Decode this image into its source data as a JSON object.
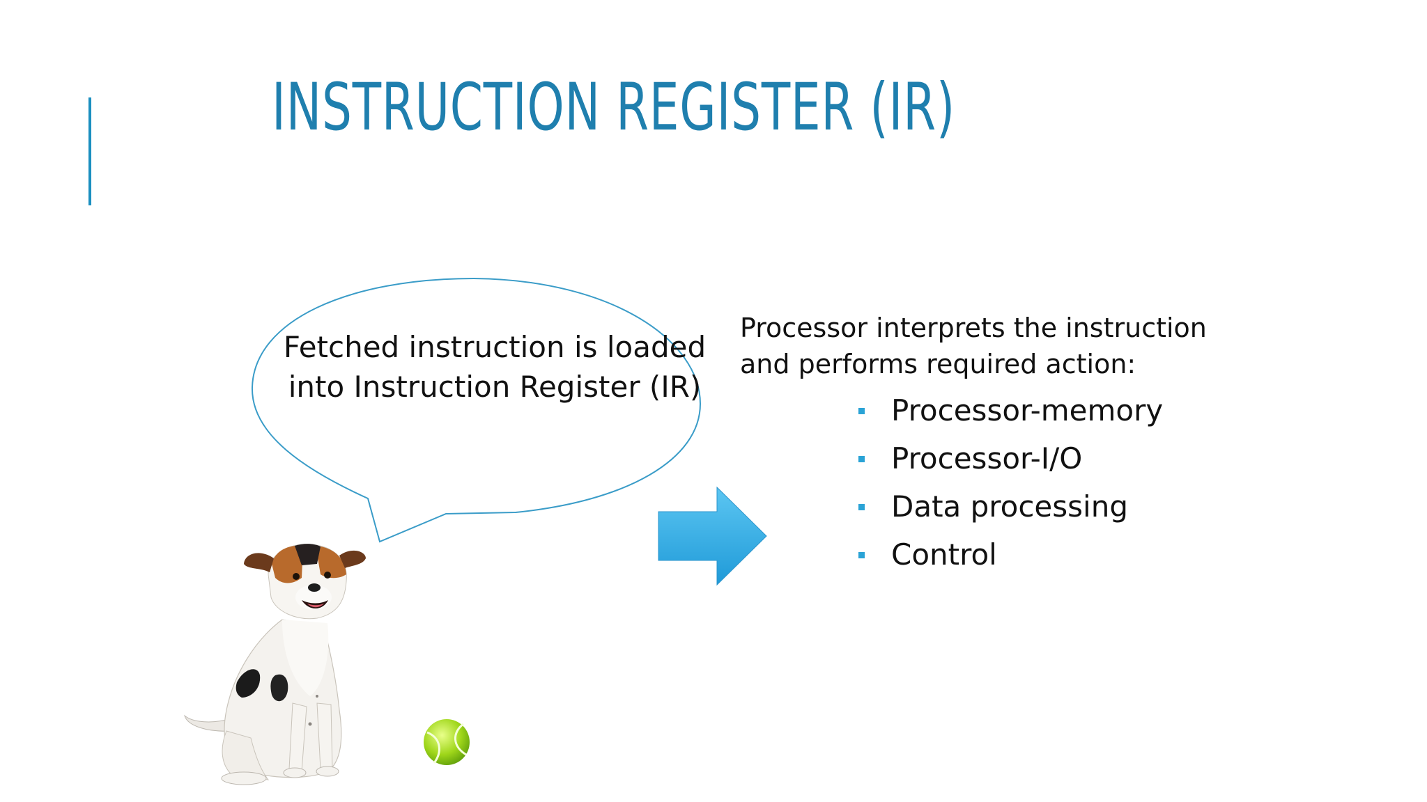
{
  "slide": {
    "title": "INSTRUCTION REGISTER (IR)",
    "bubble": {
      "line1": "Fetched instruction is loaded",
      "line2": "into Instruction Register (IR)"
    },
    "description": {
      "line1": "Processor interprets the instruction",
      "line2": "and performs required action:"
    },
    "bullets": [
      "Processor-memory",
      "Processor-I/O",
      "Data processing",
      "Control"
    ],
    "icons": {
      "arrow": "right-arrow-icon",
      "dog": "dog-illustration",
      "ball": "tennis-ball-icon"
    },
    "colors": {
      "title": "#1f7fae",
      "accent_bar": "#1a8fc0",
      "bubble_outline": "#3a9cc8",
      "arrow": "#29a9e6",
      "bullet": "#2aa3d6"
    }
  }
}
